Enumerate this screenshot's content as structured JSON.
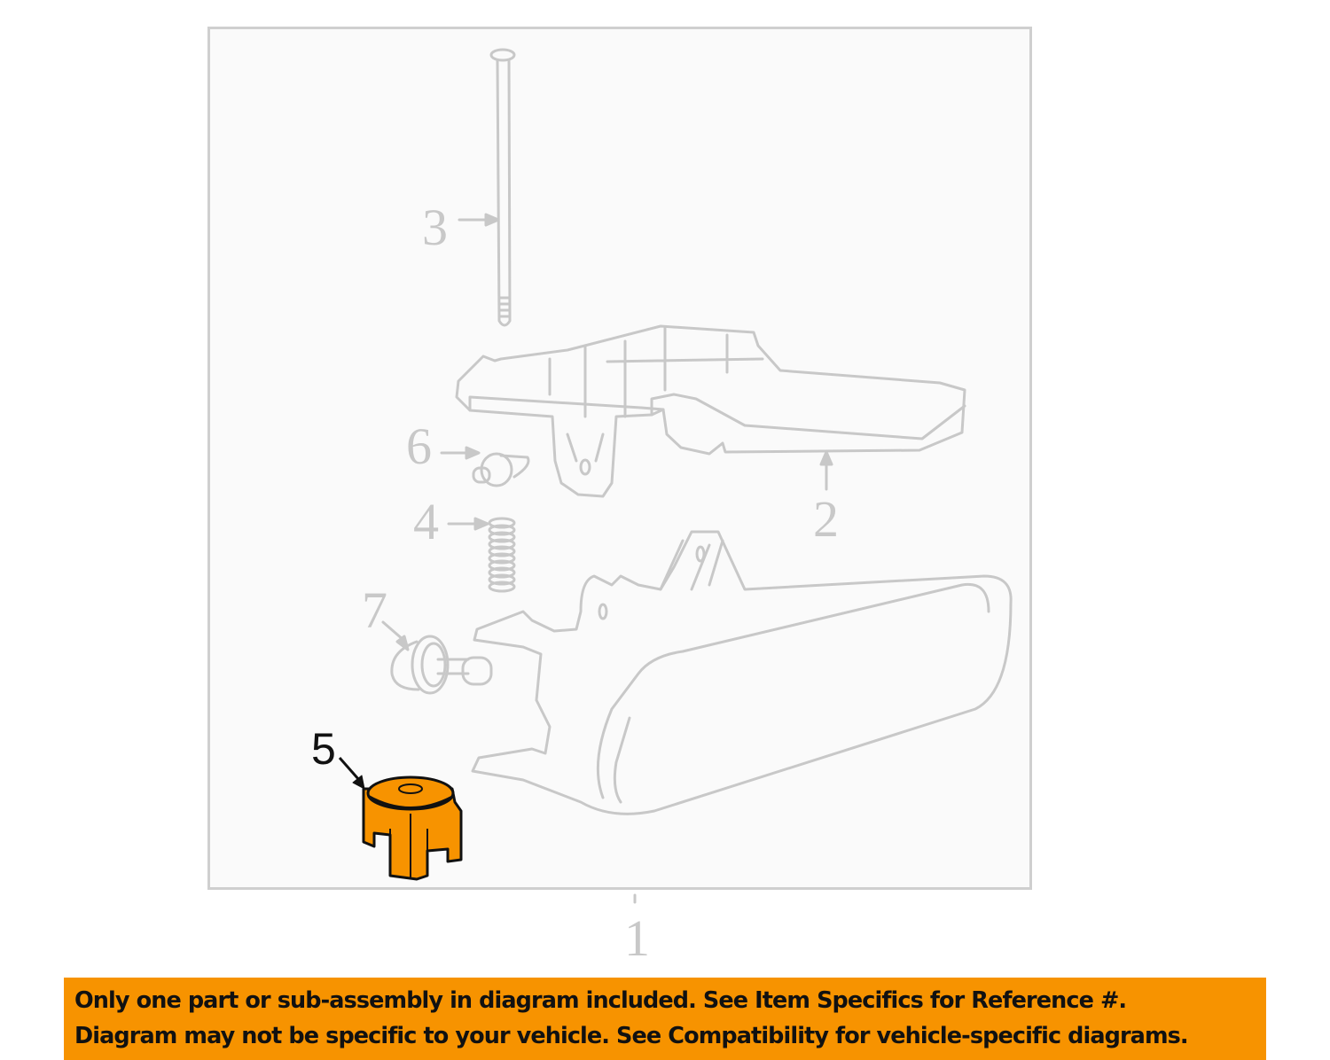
{
  "diagram": {
    "highlight_color": "#f79300",
    "line_color": "#c8c8c8",
    "callouts": [
      {
        "number": "1",
        "part": "fog-lamp-assembly"
      },
      {
        "number": "2",
        "part": "mounting-bracket"
      },
      {
        "number": "3",
        "part": "adjusting-screw"
      },
      {
        "number": "4",
        "part": "spring"
      },
      {
        "number": "5",
        "part": "adjuster-nut",
        "highlighted": true
      },
      {
        "number": "6",
        "part": "push-pin-retainer"
      },
      {
        "number": "7",
        "part": "pivot-stud"
      }
    ]
  },
  "notice": {
    "line1": "Only one part or sub-assembly in diagram included. See Item Specifics for Reference #.",
    "line2": "Diagram may not be specific to your vehicle. See Compatibility for vehicle-specific diagrams.",
    "background": "#f79300"
  }
}
